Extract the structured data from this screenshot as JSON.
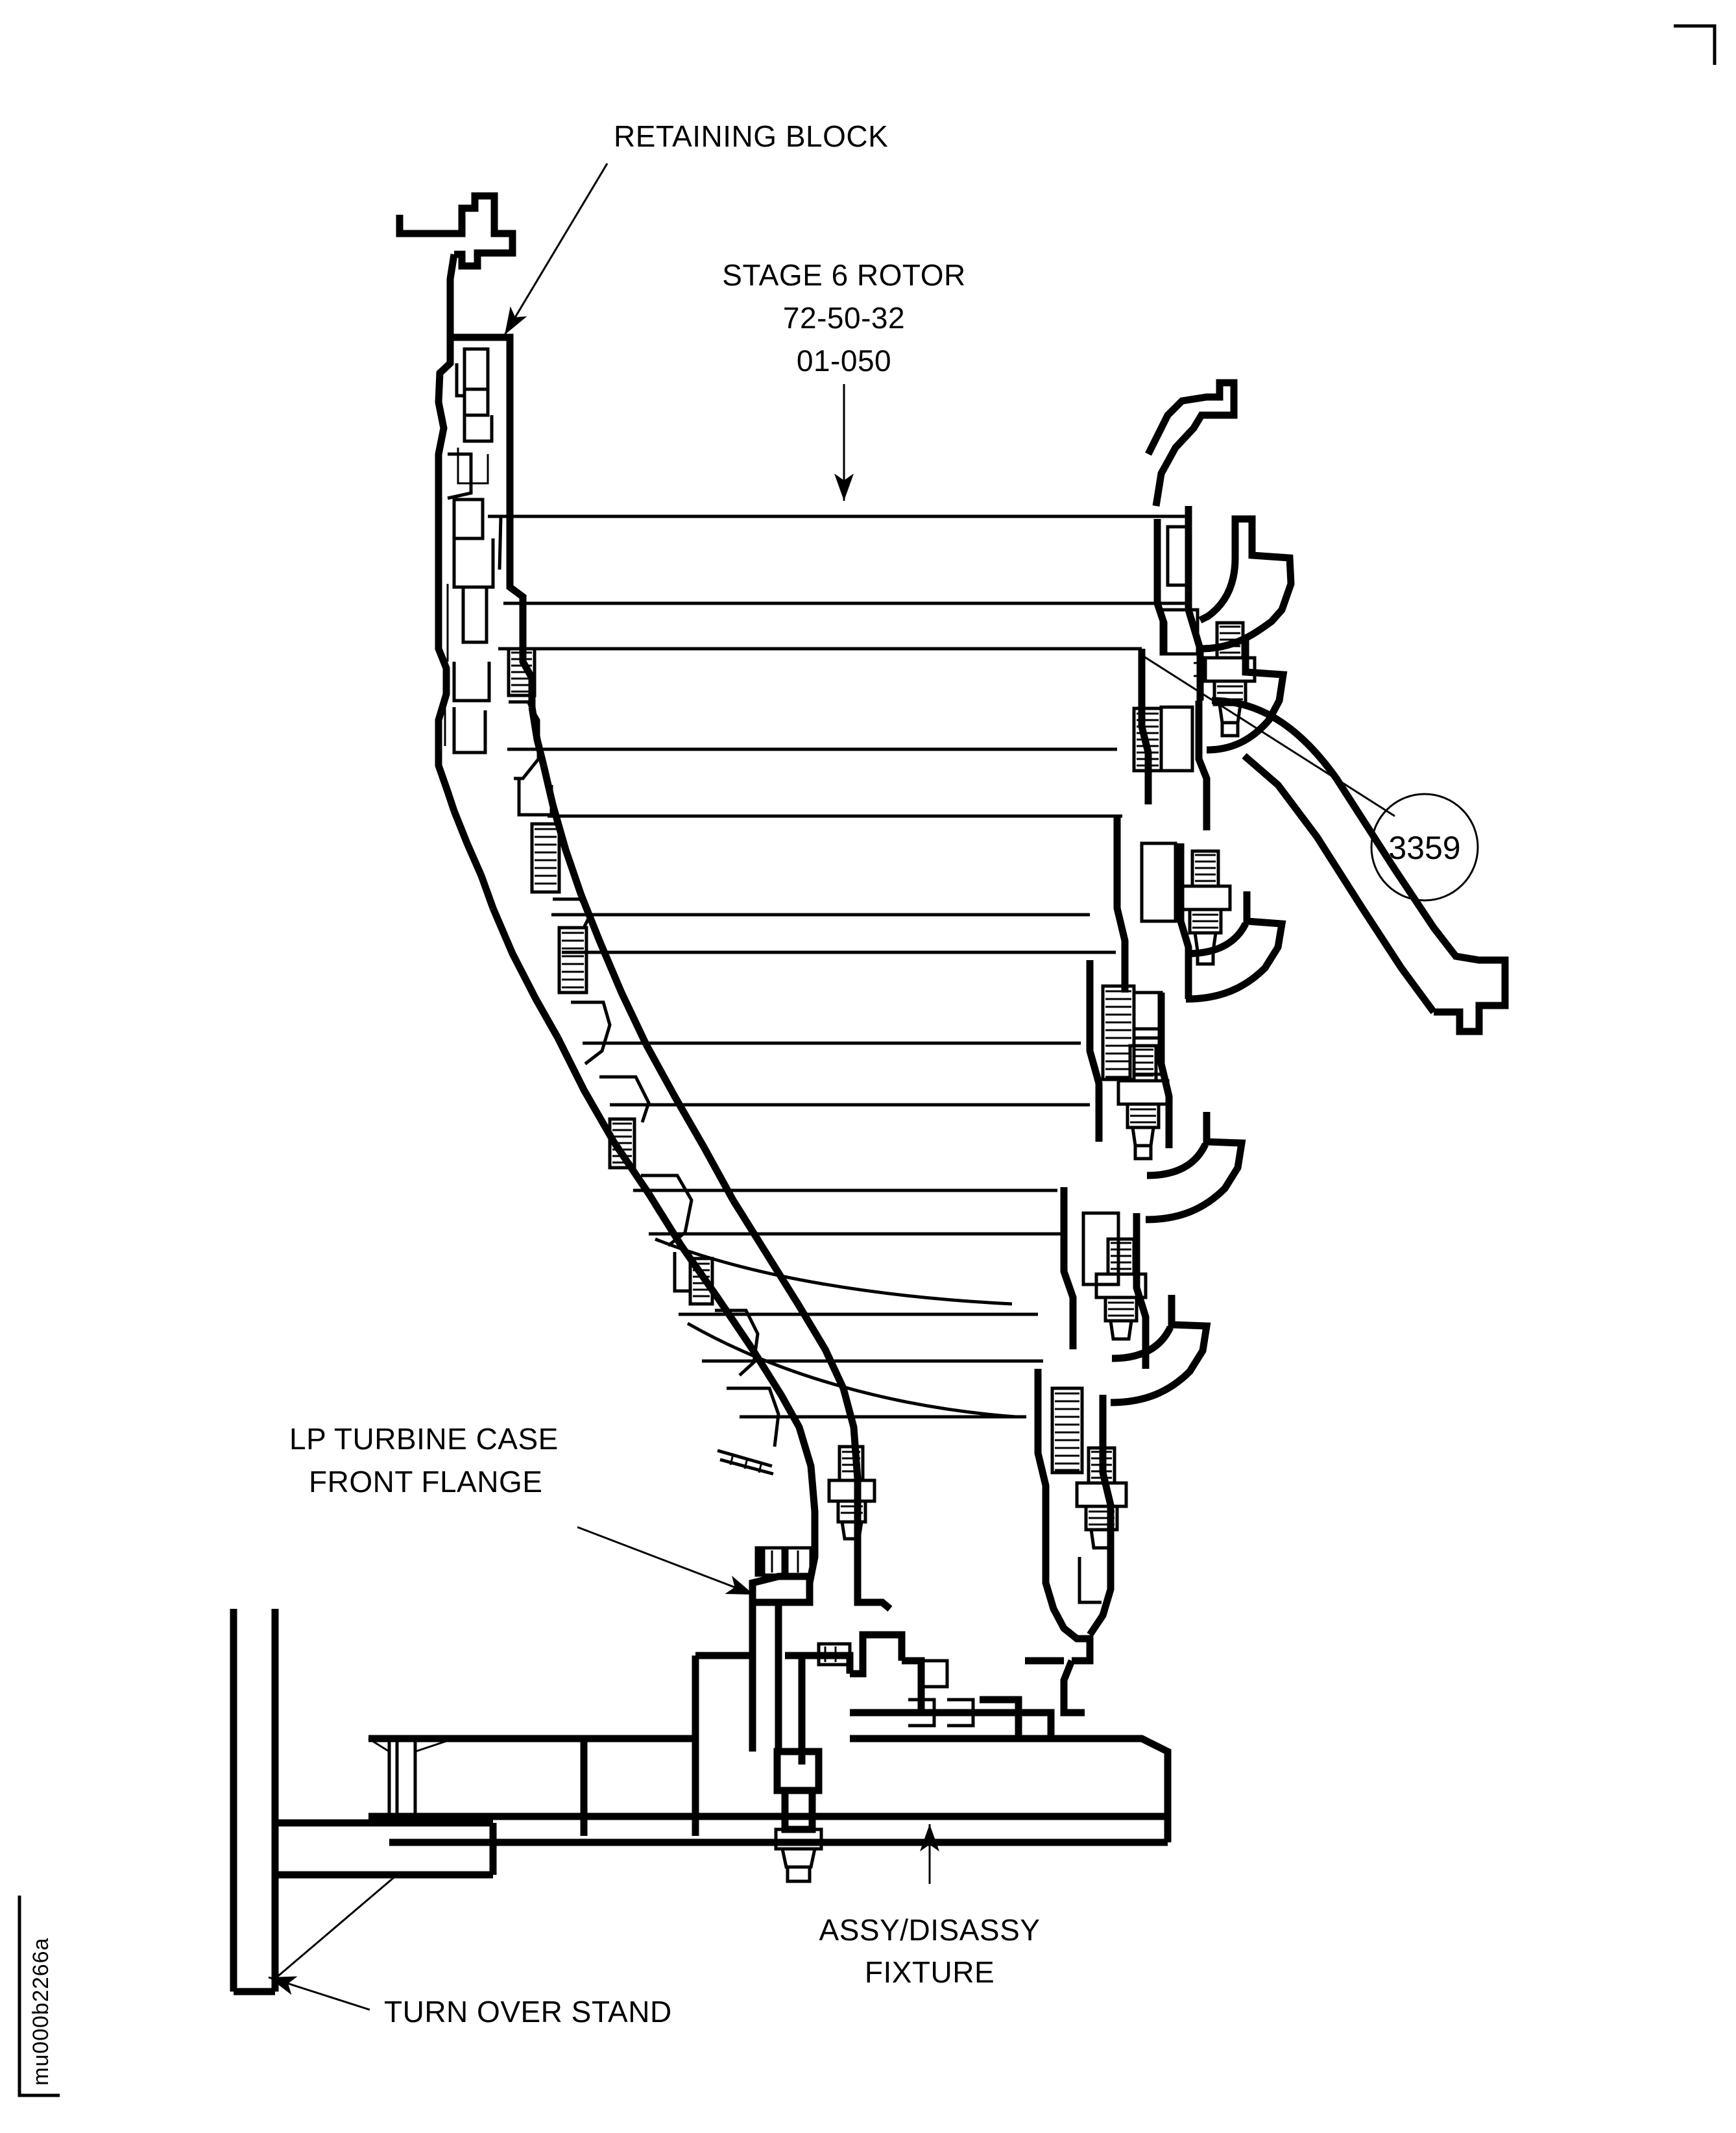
{
  "figure": {
    "type": "technical-cross-section",
    "subject": "Low pressure turbine module on assembly/disassembly fixture",
    "background_color": "#ffffff",
    "line_color": "#000000"
  },
  "labels": {
    "retaining_block": "RETAINING BLOCK",
    "stage6_rotor_title": "STAGE 6 ROTOR",
    "stage6_rotor_code1": "72-50-32",
    "stage6_rotor_code2": "01-050",
    "lp_turbine_case_line1": "LP TURBINE CASE",
    "lp_turbine_case_line2": "FRONT FLANGE",
    "assy_disassy_line1": "ASSY/DISASSY",
    "assy_disassy_line2": "FIXTURE",
    "turn_over_stand": "TURN OVER STAND"
  },
  "callouts": [
    {
      "id": "3359",
      "value": "3359",
      "shape": "circle"
    }
  ],
  "figure_id": {
    "text": "mu000b2266a",
    "orientation": "vertical",
    "position": "bottom-left"
  },
  "registration_marks": {
    "top_right": "corner-bracket",
    "bottom_left": "corner-bracket"
  }
}
